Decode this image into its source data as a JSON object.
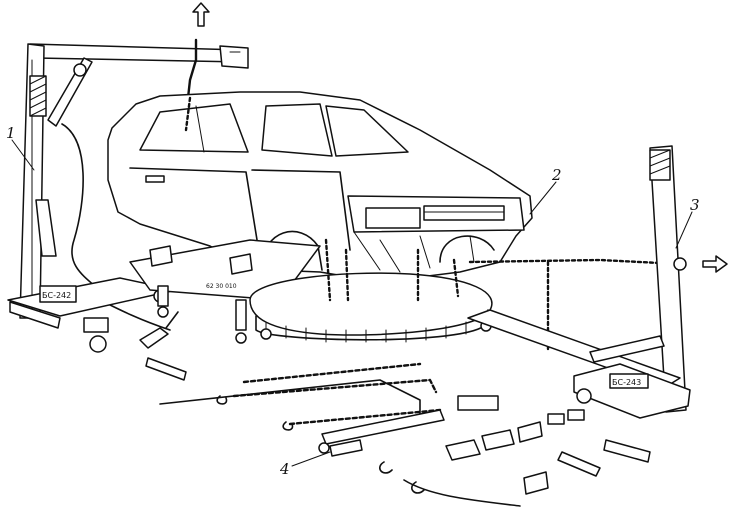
{
  "labels": {
    "callout_1": "1",
    "callout_2": "2",
    "callout_3": "3",
    "callout_4": "4"
  },
  "plates": {
    "left_unit": "БС-242",
    "right_unit": "БС-243",
    "platform_number": "62 30 010"
  },
  "icons": {
    "pull_up_arrow": "arrow-up-icon",
    "pull_right_arrow": "arrow-right-icon"
  }
}
